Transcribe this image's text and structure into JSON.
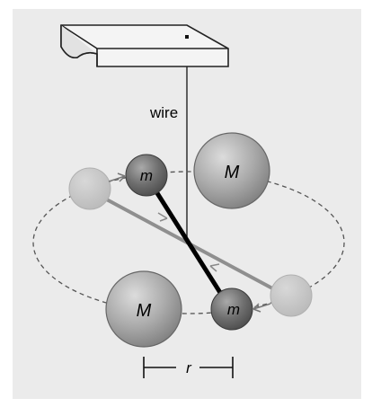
{
  "labels": {
    "wire": "wire",
    "small_mass": "m",
    "large_mass": "M",
    "distance": "r"
  },
  "colors": {
    "panel": "#ebebeb",
    "support_face": "#f2f2f2",
    "small_mass": "#6e6e6e",
    "large_mass": "#a8a8a8",
    "ghost_mass": "#c9c9c9",
    "beam_current": "#000000",
    "beam_rest": "#8f8f8f",
    "orbit": "#555555"
  }
}
